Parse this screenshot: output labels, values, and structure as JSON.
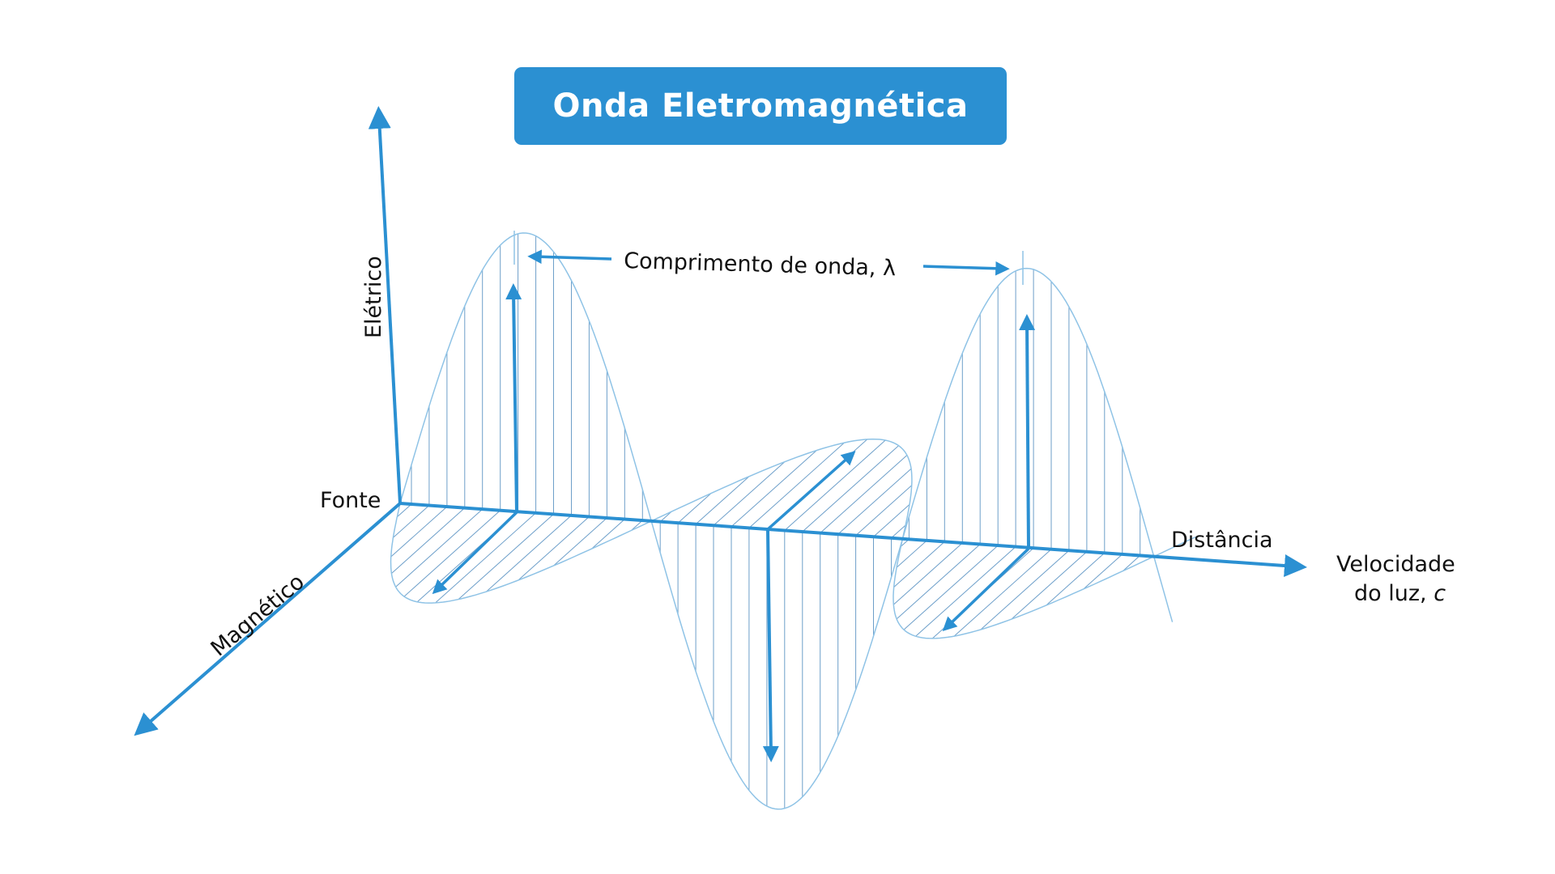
{
  "title": "Onda Eletromagnética",
  "labels": {
    "electric": "Elétrico",
    "magnetic": "Magnético",
    "source": "Fonte",
    "distance": "Distância",
    "wavelength": "Comprimento de onda, ",
    "wavelength_symbol": "λ",
    "velocity_line1": "Velocidade",
    "velocity_line2": "do luz, ",
    "velocity_symbol": "c"
  },
  "colors": {
    "accent": "#2b90d2",
    "wave_outline": "#8fc3e6",
    "text": "#111111",
    "background": "#ffffff"
  }
}
